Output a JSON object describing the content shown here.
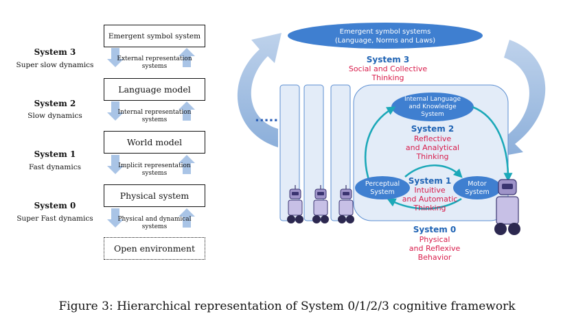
{
  "left": {
    "levels": [
      {
        "name": "System 3",
        "dynamics": "Super slow dynamics"
      },
      {
        "name": "System 2",
        "dynamics": "Slow dynamics"
      },
      {
        "name": "System 1",
        "dynamics": "Fast dynamics"
      },
      {
        "name": "System 0",
        "dynamics": "Super Fast dynamics"
      }
    ],
    "boxes": [
      "Emergent symbol system",
      "Language model",
      "World model",
      "Physical system",
      "Open environment"
    ],
    "representations": [
      {
        "line1": "External representation",
        "line2": "systems"
      },
      {
        "line1": "Internal representation",
        "line2": "systems"
      },
      {
        "line1": "Implicit representation",
        "line2": "systems"
      },
      {
        "line1": "Physical and dynamical",
        "line2": "systems"
      }
    ]
  },
  "right": {
    "top_ellipse": {
      "line1": "Emergent symbol systems",
      "line2": "(Language, Norms and Laws)"
    },
    "system3": {
      "title": "System 3",
      "line1": "Social and Collective",
      "line2": "Thinking"
    },
    "internal_ellipse": {
      "line1": "Internal Language",
      "line2": "and Knowledge",
      "line3": "System"
    },
    "system2": {
      "title": "System 2",
      "line1": "Reflective",
      "line2": "and Analytical",
      "line3": "Thinking"
    },
    "perceptual": {
      "line1": "Perceptual",
      "line2": "System"
    },
    "motor": {
      "line1": "Motor",
      "line2": "System"
    },
    "system1": {
      "title": "System 1",
      "line1": "Intuitive",
      "line2": "and Automatic",
      "line3": "Thinking"
    },
    "system0": {
      "title": "System 0",
      "line1": "Physical",
      "line2": "and Reflexive",
      "line3": "Behavior"
    },
    "dots": "....."
  },
  "caption": "Figure 3: Hierarchical representation of System 0/1/2/3 cognitive framework",
  "colors": {
    "blue_text": "#1f63b4",
    "red_text": "#d81b4a",
    "ellipse_fill": "#3f7fd0",
    "panel_fill": "#e3ecf8",
    "arrow_teal": "#1ba8b8",
    "arrow_light": "#a9c4e6"
  }
}
